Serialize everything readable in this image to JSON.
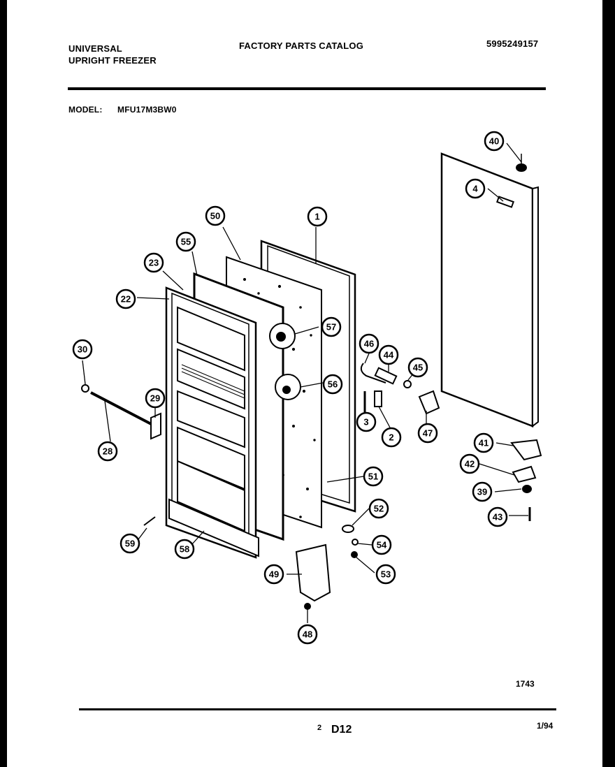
{
  "header": {
    "brand": "UNIVERSAL",
    "product": "UPRIGHT FREEZER",
    "catalog_title": "FACTORY PARTS CATALOG",
    "catalog_number": "5995249157",
    "model_label": "MODEL:",
    "model_value": "MFU17M3BW0"
  },
  "callouts": [
    "40",
    "4",
    "50",
    "1",
    "55",
    "23",
    "22",
    "57",
    "46",
    "44",
    "45",
    "30",
    "29",
    "56",
    "3",
    "2",
    "47",
    "28",
    "41",
    "42",
    "51",
    "39",
    "52",
    "43",
    "59",
    "58",
    "54",
    "49",
    "53",
    "48"
  ],
  "footer": {
    "diagram_code": "1743",
    "page_small": "2",
    "page_code": "D12",
    "date_code": "1/94"
  },
  "colors": {
    "ink": "#000000",
    "paper": "#ffffff"
  }
}
